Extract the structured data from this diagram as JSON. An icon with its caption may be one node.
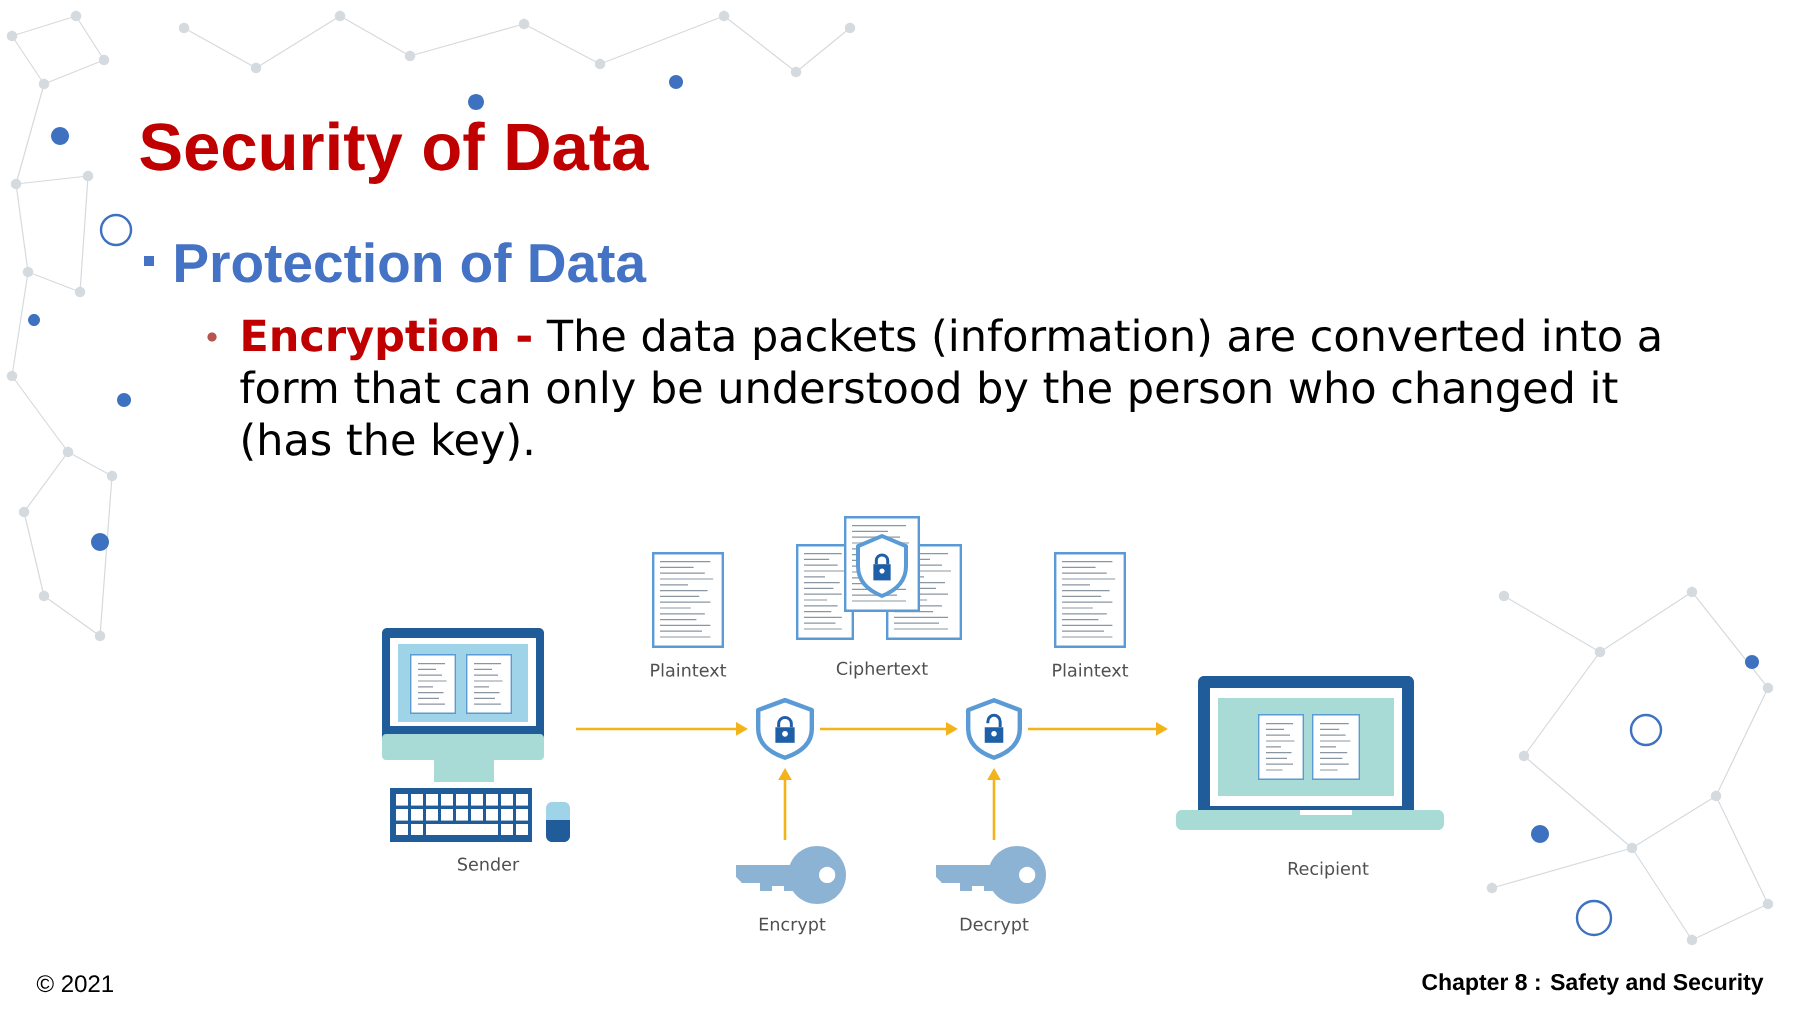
{
  "diagram": {
    "title": "Security of Data",
    "nodes": [
      {
        "text": [],
        "shape": "picture",
        "beside": [
          "Plaintext"
        ]
      },
      {
        "text": [],
        "shape": "picture",
        "beside": [
          "Ciphertext"
        ]
      },
      {
        "text": [],
        "shape": "picture",
        "beside": [
          "Plaintext"
        ]
      },
      {
        "text": [],
        "shape": "picture",
        "beside": [
          "Sender"
        ]
      },
      {
        "text": [],
        "shape": "picture"
      },
      {
        "text": [],
        "shape": "picture"
      },
      {
        "text": [],
        "shape": "picture",
        "beside": [
          "Recipient"
        ]
      },
      {
        "text": [],
        "shape": "picture",
        "beside": [
          "Encrypt"
        ]
      },
      {
        "text": [],
        "shape": "picture",
        "beside": [
          "Decrypt"
        ]
      }
    ],
    "edges": [
      {
        "from": 3,
        "to": 4,
        "arrow": "to"
      },
      {
        "from": 4,
        "to": 5,
        "arrow": "to"
      },
      {
        "from": 5,
        "to": 6,
        "arrow": "to"
      },
      {
        "from": 7,
        "to": 4,
        "arrow": "to"
      },
      {
        "from": 8,
        "to": 5,
        "arrow": "to"
      }
    ],
    "labels": [
      "Protection of Data",
      "**Encryption -** The data packets (information) are converted into a form that can only be understood by the person who changed it (has the key).",
      "© 2021",
      "Chapter 8 : Safety and Security"
    ]
  }
}
